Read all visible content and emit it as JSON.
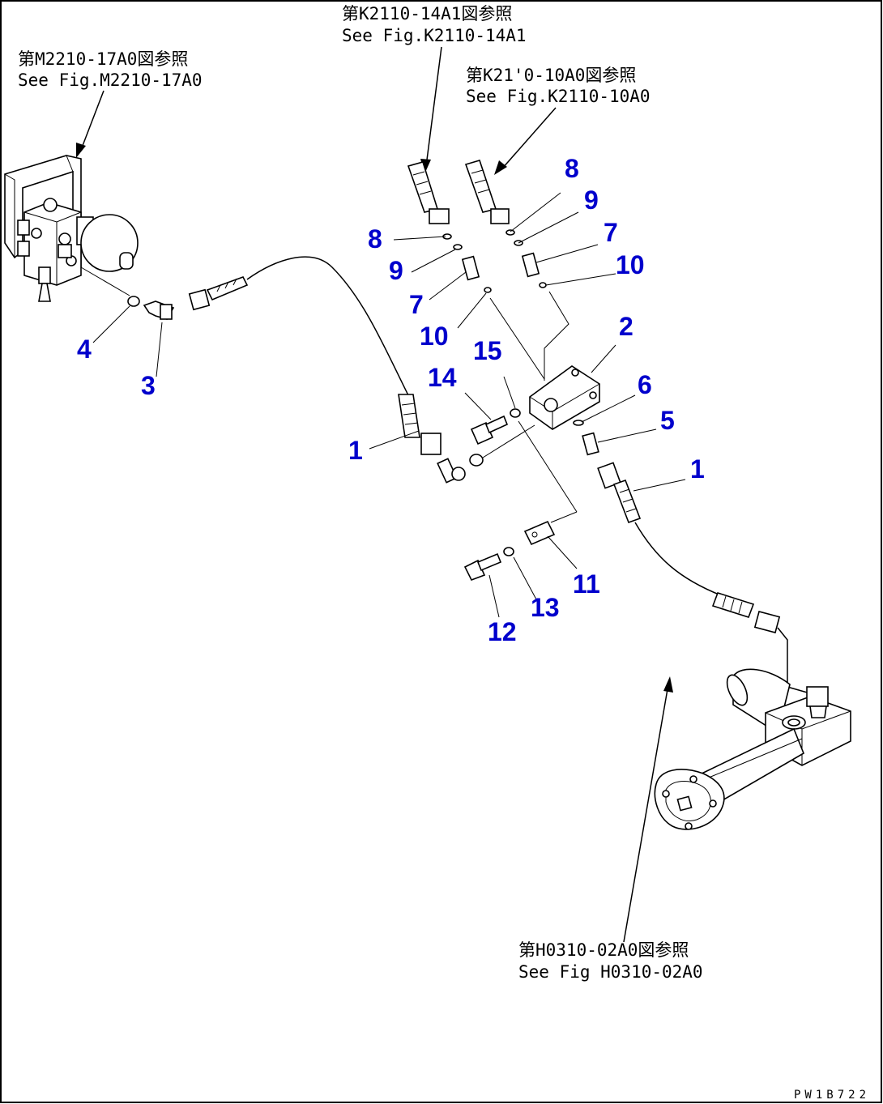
{
  "references": [
    {
      "id": "ref-m2210",
      "jp": "第M2210-17A0図参照",
      "en": "See Fig.M2210-17A0"
    },
    {
      "id": "ref-k2110-14a1",
      "jp": "第K2110-14A1図参照",
      "en": "See Fig.K2110-14A1"
    },
    {
      "id": "ref-k2110-10a0",
      "jp": "第K21'0-10A0図参照",
      "en": "See Fig.K2110-10A0"
    },
    {
      "id": "ref-h0310",
      "jp": "第H0310-02A0図参照",
      "en": "See Fig H0310-02A0"
    }
  ],
  "callouts": {
    "c1a": "1",
    "c1b": "1",
    "c2": "2",
    "c3": "3",
    "c4": "4",
    "c5": "5",
    "c6": "6",
    "c7a": "7",
    "c7b": "7",
    "c8a": "8",
    "c8b": "8",
    "c9a": "9",
    "c9b": "9",
    "c10a": "10",
    "c10b": "10",
    "c11": "11",
    "c12": "12",
    "c13": "13",
    "c14": "14",
    "c15": "15"
  },
  "figure_code": "PW1B722",
  "colors": {
    "callout": "#0000cc",
    "line": "#000000",
    "background": "#ffffff"
  }
}
